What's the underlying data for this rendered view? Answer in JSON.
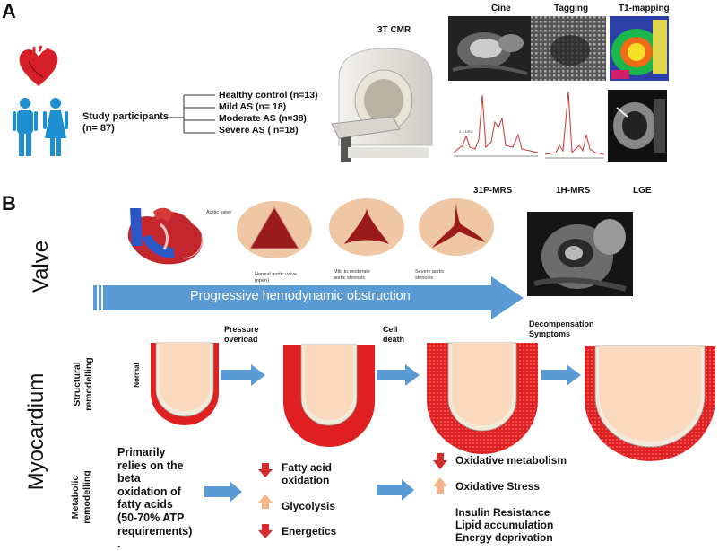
{
  "panel_a": {
    "letter": "A",
    "participants": [
      "Study participants",
      "(n= 87)"
    ],
    "groups": [
      "Healthy control (n=13)",
      "Mild AS (n= 18)",
      "Moderate AS (n=38)",
      "Severe AS ( n=18)"
    ],
    "scanner_label": "3T CMR",
    "image_labels": {
      "cine": "Cine",
      "tagging": "Tagging",
      "t1": "T1-mapping",
      "p31": "31P-MRS",
      "h1": "1H-MRS",
      "lge": "LGE"
    }
  },
  "panel_b": {
    "letter": "B",
    "valve_title": "Valve",
    "aortic_valve_label": "Aortic valve",
    "valve_captions": [
      [
        "Normal aortic valve",
        "(open)"
      ],
      [
        "Mild to moderate",
        "aortic stenosis"
      ],
      [
        "Severe aortic",
        "stenosis"
      ]
    ],
    "arrow_text": "Progressive hemodynamic obstruction",
    "myocardium_title": "Myocardium",
    "structural_label": [
      "Structural",
      "remodelling"
    ],
    "metabolic_label": [
      "Metabolic",
      "remodelling"
    ],
    "normal_label": "Normal",
    "stage_labels": [
      [
        "Pressure",
        "overload"
      ],
      [
        "Cell",
        "death"
      ],
      [
        "Decompensation",
        "Symptoms"
      ]
    ],
    "metabolic_baseline": [
      "Primarily",
      "relies on the",
      "beta",
      "oxidation of",
      "fatty acids",
      "(50-70% ATP",
      "requirements)",
      "."
    ],
    "metabolic_mid": [
      "Fatty acid",
      "oxidation",
      "Glycolysis",
      "Energetics"
    ],
    "metabolic_late": [
      "Oxidative metabolism",
      "Oxidative Stress"
    ],
    "metabolic_late_extra": [
      "Insulin Resistance",
      "Lipid accumulation",
      "Energy deprivation"
    ]
  },
  "colors": {
    "arrow_blue": "#5b9bd5",
    "down_red": "#d62b2b",
    "up_orange": "#f3b48a",
    "myocardium_red": "#e02020",
    "cavity": "#fbd9bf"
  }
}
